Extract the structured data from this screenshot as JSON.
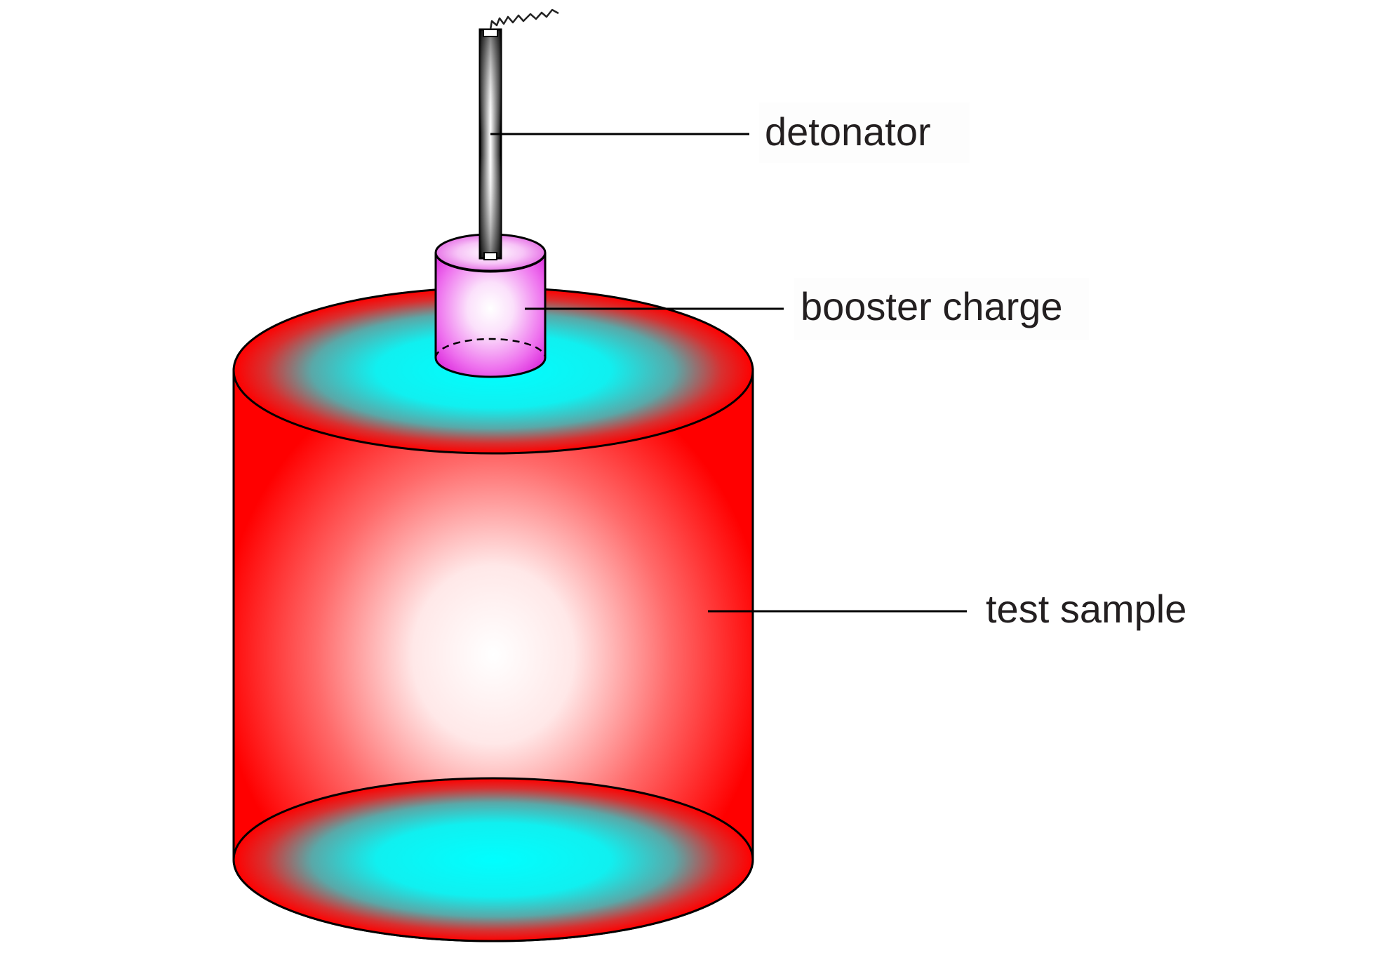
{
  "diagram": {
    "labels": {
      "detonator": "detonator",
      "booster": "booster charge",
      "sample": "test sample"
    },
    "colors": {
      "sample_side_edge": "#ff0000",
      "sample_side_center": "#ffffff",
      "sample_face_center": "#00ffff",
      "sample_face_edge": "#ff0000",
      "booster_edge": "#e020e0",
      "booster_center": "#ffffff",
      "detonator_dark": "#222222",
      "detonator_light": "#ffffff",
      "outline": "#000000",
      "leader_line": "#000000",
      "label_text": "#231f20"
    }
  }
}
